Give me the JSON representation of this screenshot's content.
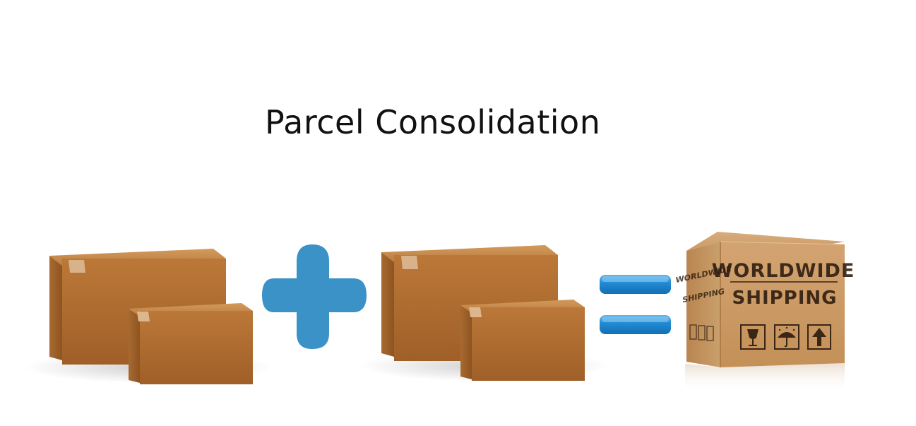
{
  "title": "Parcel Consolidation",
  "big_box": {
    "label_line1": "WORLDWIDE",
    "label_line2": "SHIPPING",
    "side_line1": "WORLDWIDE",
    "side_line2": "SHIPPING"
  },
  "colors": {
    "cardboard_front": "#b87433",
    "cardboard_top": "#c9894a",
    "cardboard_side": "#9d5f28",
    "plus": "#3a92c6",
    "equals": "#1f7fc4",
    "ink": "#2a1a0e"
  },
  "icons": {
    "operator_1": "plus-icon",
    "operator_2": "equals-icon",
    "handling_1": "fragile-glass-icon",
    "handling_2": "keep-dry-umbrella-icon",
    "handling_3": "this-way-up-arrow-icon"
  }
}
